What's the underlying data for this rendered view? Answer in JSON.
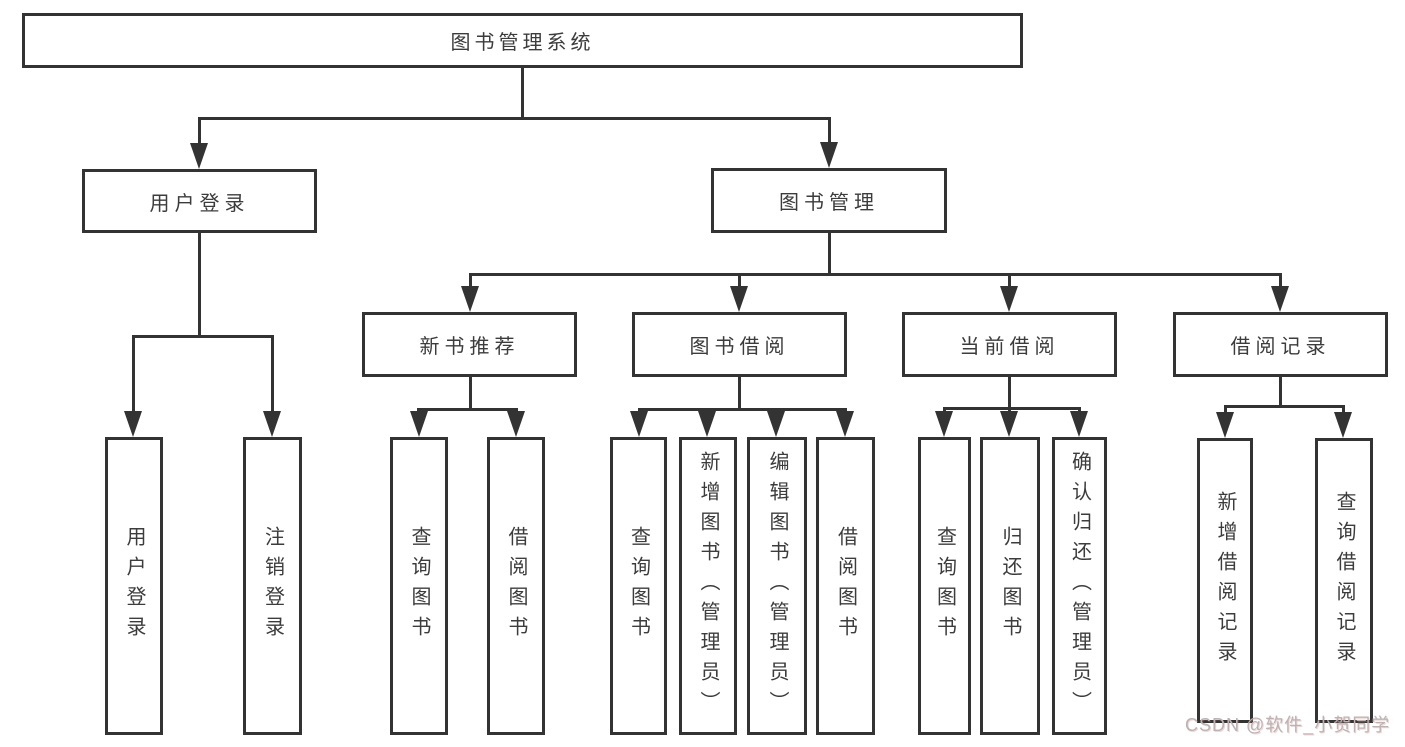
{
  "tree": {
    "root": {
      "label": "图书管理系统"
    },
    "branches": [
      {
        "label": "用户登录",
        "children": [
          {
            "label": "用户登录"
          },
          {
            "label": "注销登录"
          }
        ]
      },
      {
        "label": "图书管理",
        "children": [
          {
            "label": "新书推荐",
            "children": [
              {
                "label": "查询图书"
              },
              {
                "label": "借阅图书"
              }
            ]
          },
          {
            "label": "图书借阅",
            "children": [
              {
                "label": "查询图书"
              },
              {
                "label": "新增图书（管理员）"
              },
              {
                "label": "编辑图书（管理员）"
              },
              {
                "label": "借阅图书"
              }
            ]
          },
          {
            "label": "当前借阅",
            "children": [
              {
                "label": "查询图书"
              },
              {
                "label": "归还图书"
              },
              {
                "label": "确认归还（管理员）"
              }
            ]
          },
          {
            "label": "借阅记录",
            "children": [
              {
                "label": "新增借阅记录"
              },
              {
                "label": "查询借阅记录"
              }
            ]
          }
        ]
      }
    ]
  },
  "watermark": {
    "text": "CSDN @软件_小贺同学"
  },
  "colors": {
    "line": "#333333",
    "text": "#3c3c3c",
    "background": "#ffffff",
    "watermark": "#b5b5b5"
  }
}
